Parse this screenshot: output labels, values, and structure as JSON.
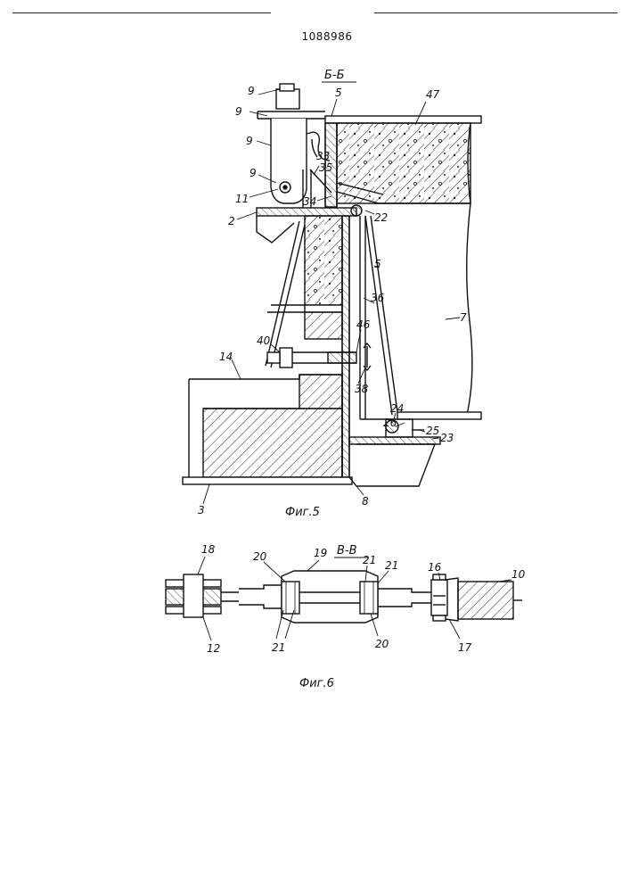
{
  "header": {
    "patent_number": "1088986"
  },
  "fig5": {
    "section_label": "Б-Б",
    "caption": "Фиг.5",
    "labels": {
      "l9a": "9",
      "l9b": "9",
      "l9c": "9",
      "l9d": "9",
      "l5a": "5",
      "l47": "47",
      "l33": "33",
      "l35": "35",
      "l11": "11",
      "l34": "34",
      "l2": "2",
      "l22": "22",
      "l5b": "5",
      "l36": "36",
      "l7": "7",
      "l40": "40",
      "l46": "46",
      "l14": "14",
      "l38": "38",
      "l24": "24",
      "l26": "26",
      "l25": "25",
      "l23": "23",
      "l3": "3",
      "l8": "8"
    }
  },
  "fig6": {
    "section_label": "В-В",
    "caption": "Фиг.6",
    "labels": {
      "l18": "18",
      "l20a": "20",
      "l19": "19",
      "l21a": "21",
      "l21b": "21",
      "l16": "16",
      "l10": "10",
      "l12": "12",
      "l21c": "21",
      "l20b": "20",
      "l17": "17"
    }
  }
}
